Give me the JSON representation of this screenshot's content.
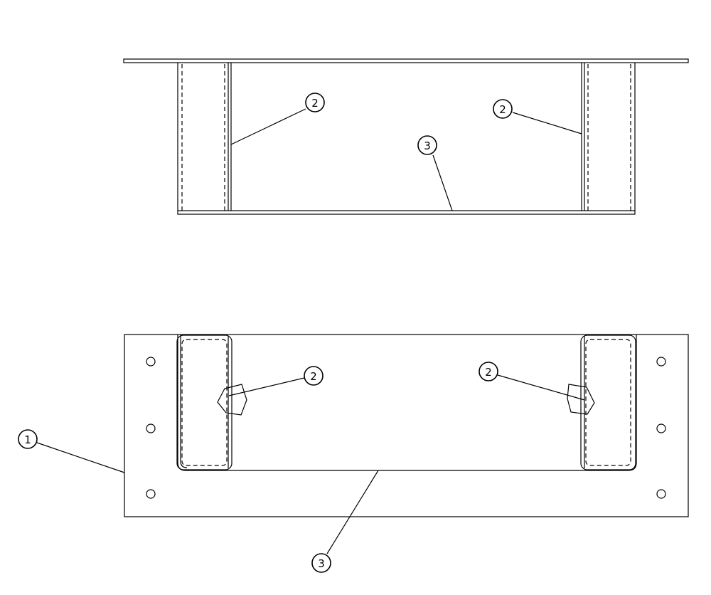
{
  "callouts": {
    "top_left_2": "2",
    "top_right_2": "2",
    "top_3": "3",
    "bottom_1": "1",
    "bottom_left_2": "2",
    "bottom_right_2": "2",
    "bottom_3": "3"
  }
}
